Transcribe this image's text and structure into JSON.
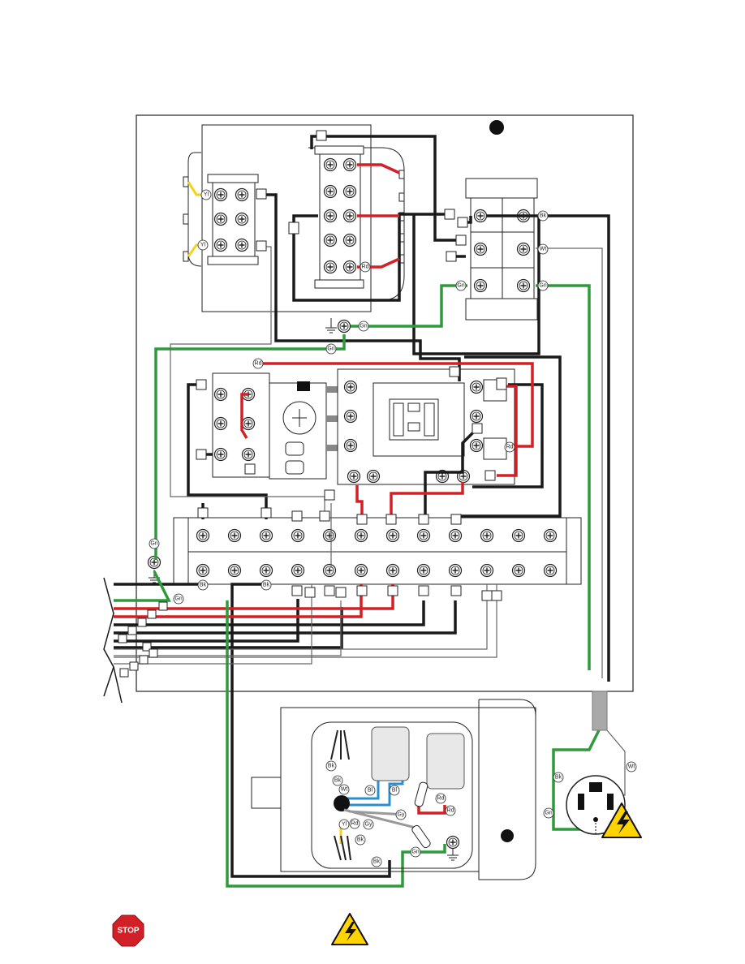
{
  "wire_labels": {
    "yellow": "Yl",
    "red": "Rd",
    "black": "Bk",
    "white": "Wt",
    "green": "Gn",
    "blue": "Bl",
    "gray": "Gy"
  },
  "stop_sign": {
    "text": "STOP"
  },
  "colors": {
    "red": "#d32027",
    "black": "#1a1a1a",
    "green": "#2e9a3c",
    "yellow": "#f2d21b",
    "blue": "#2a8fd0",
    "gray": "#9a9a9a",
    "warning_yellow": "#ffd400"
  }
}
